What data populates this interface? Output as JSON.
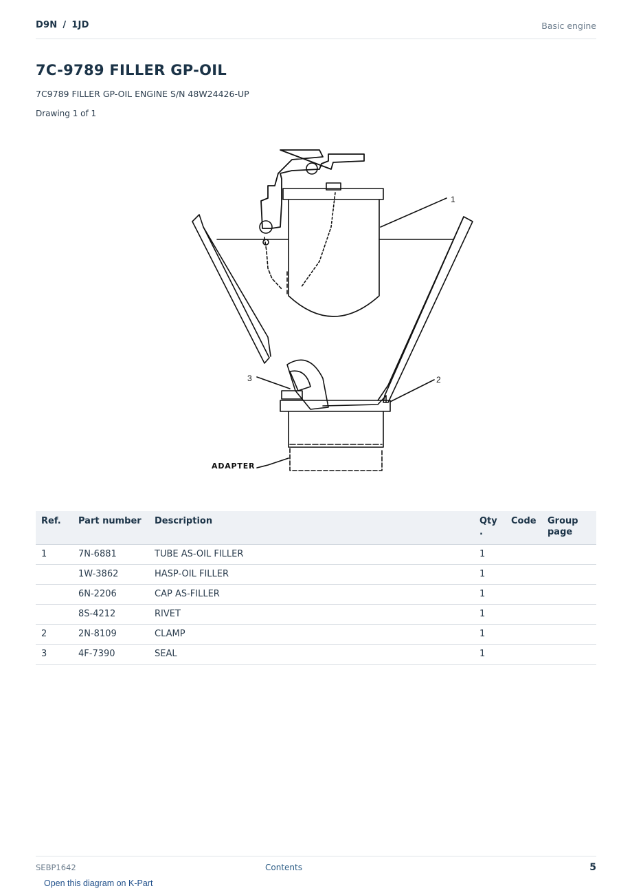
{
  "header": {
    "model": "D9N",
    "separator": "/",
    "serial_prefix": "1JD",
    "section": "Basic engine"
  },
  "page_title": "7C-9789 FILLER GP-OIL",
  "subtitle": "7C9789 FILLER GP-OIL ENGINE S/N 48W24426-UP",
  "drawing_count": "Drawing 1 of 1",
  "diagram": {
    "callouts": [
      "1",
      "2",
      "3"
    ],
    "adapter_label": "ADAPTER"
  },
  "table": {
    "headers": [
      "Ref.",
      "Part number",
      "Description",
      "Qty\n.",
      "Code",
      "Group\npage"
    ],
    "rows": [
      {
        "ref": "1",
        "part_number": "7N-6881",
        "description": "TUBE AS-OIL FILLER",
        "qty": "1",
        "code": "",
        "group_page": ""
      },
      {
        "ref": "",
        "part_number": "1W-3862",
        "description": "HASP-OIL FILLER",
        "qty": "1",
        "code": "",
        "group_page": ""
      },
      {
        "ref": "",
        "part_number": "6N-2206",
        "description": "CAP AS-FILLER",
        "qty": "1",
        "code": "",
        "group_page": ""
      },
      {
        "ref": "",
        "part_number": "8S-4212",
        "description": "RIVET",
        "qty": "1",
        "code": "",
        "group_page": ""
      },
      {
        "ref": "2",
        "part_number": "2N-8109",
        "description": "CLAMP",
        "qty": "1",
        "code": "",
        "group_page": ""
      },
      {
        "ref": "3",
        "part_number": "4F-7390",
        "description": "SEAL",
        "qty": "1",
        "code": "",
        "group_page": ""
      }
    ]
  },
  "footer": {
    "doc_id": "SEBP1642",
    "contents_link": "Contents",
    "page_number": "5",
    "kpart_link": "Open this diagram on K-Part"
  }
}
